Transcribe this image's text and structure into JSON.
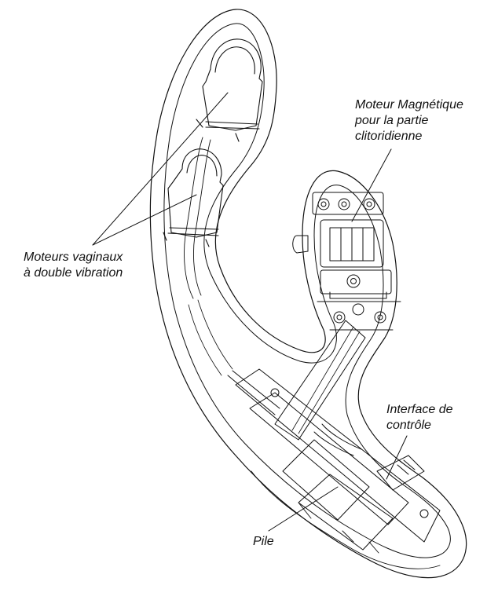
{
  "labels": {
    "magnetic_motor": {
      "line1": "Moteur Magnétique",
      "line2": "pour la partie",
      "line3": "clitoridienne"
    },
    "vaginal_motors": {
      "line1": "Moteurs vaginaux",
      "line2": "à double vibration"
    },
    "control_interface": {
      "line1": "Interface de",
      "line2": "contrôle"
    },
    "battery": {
      "line1": "Pile"
    }
  },
  "colors": {
    "stroke": "#111111",
    "background": "#ffffff"
  }
}
